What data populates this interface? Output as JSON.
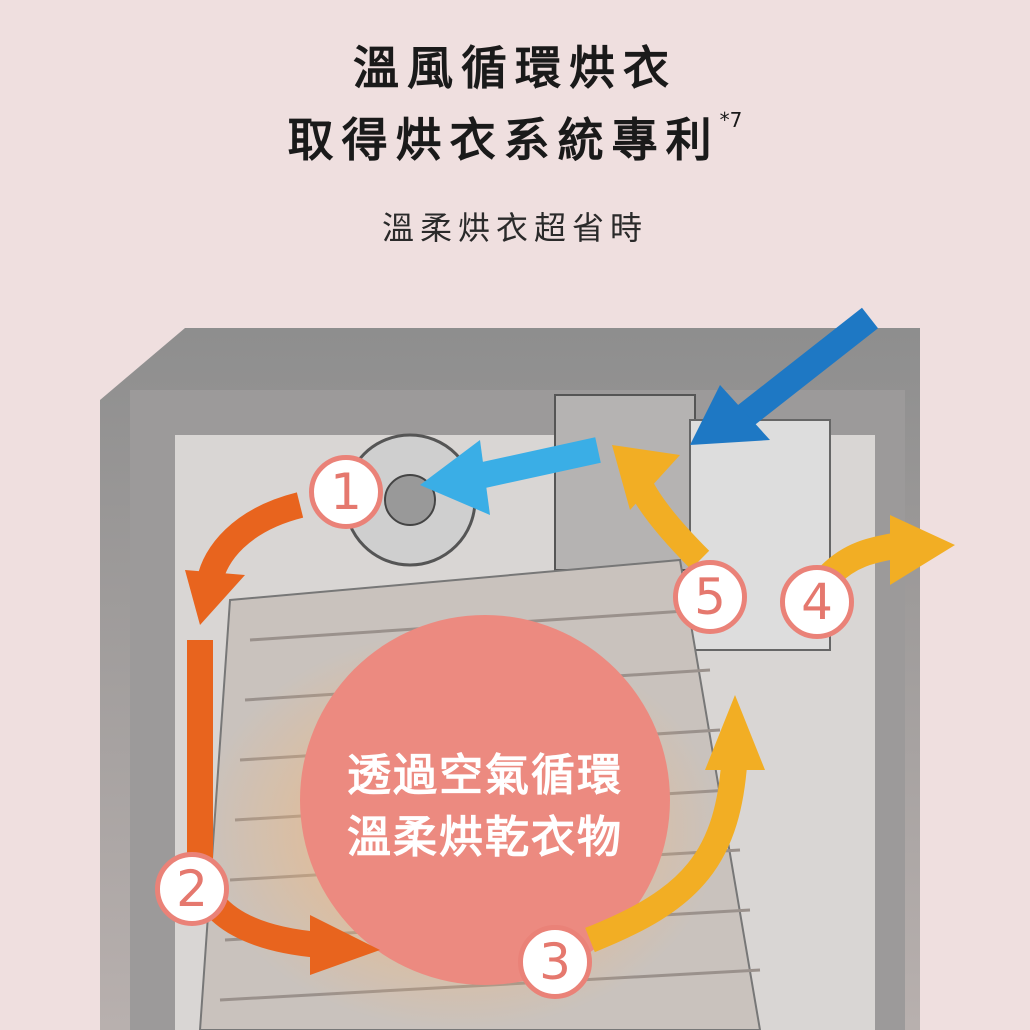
{
  "heading": {
    "line1": "溫風循環烘衣",
    "line2": "取得烘衣系統專利",
    "footnote": "*7",
    "subtitle": "溫柔烘衣超省時"
  },
  "diagram": {
    "center_label_line1": "透過空氣循環",
    "center_label_line2": "溫柔烘乾衣物",
    "steps": [
      "1",
      "2",
      "3",
      "4",
      "5"
    ],
    "colors": {
      "background": "#efdfdf",
      "hot_air": "#e8641e",
      "warm_air": "#f2ae24",
      "cool_air": "#3aaee6",
      "intake": "#1e78c4",
      "center_circle": "#ec8a80",
      "badge_ring": "#ea8278"
    }
  }
}
